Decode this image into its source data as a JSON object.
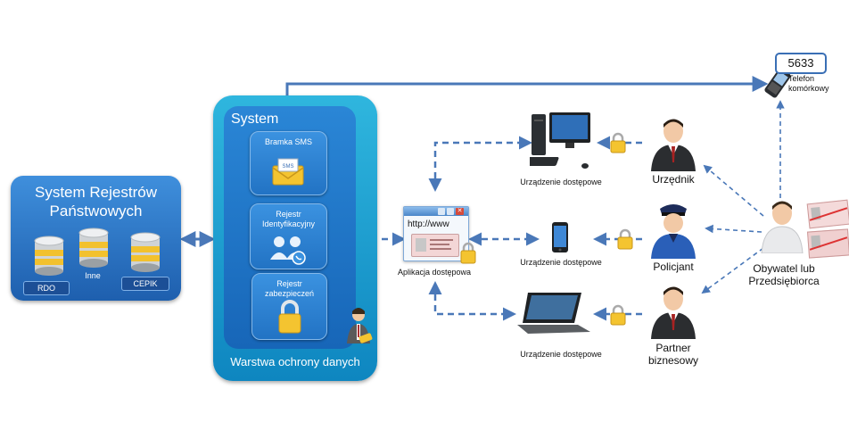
{
  "registries": {
    "title": "System Rejestrów Państwowych",
    "databases": [
      "RDO",
      "Inne",
      "CEPIK"
    ]
  },
  "system": {
    "title": "System",
    "footer": "Warstwa ochrony danych",
    "modules": [
      {
        "label": "Bramka SMS"
      },
      {
        "label": "Rejestr Identyfikacyjny"
      },
      {
        "label": "Rejestr zabezpieczeń"
      }
    ]
  },
  "app": {
    "url": "http://www",
    "label": "Aplikacja dostępowa"
  },
  "devices": [
    {
      "label": "Urządzenie dostępowe",
      "icon": "desktop-computer-icon"
    },
    {
      "label": "Urządzenie dostępowe",
      "icon": "smartphone-icon"
    },
    {
      "label": "Urządzenie dostępowe",
      "icon": "laptop-icon"
    }
  ],
  "people": [
    {
      "label": "Urzędnik"
    },
    {
      "label": "Policjant"
    },
    {
      "label": "Partner biznesowy"
    }
  ],
  "citizen": {
    "label": "Obywatel lub Przedsiębiorca"
  },
  "phone": {
    "code": "5633",
    "label": "Telefon komórkowy"
  },
  "colors": {
    "arrow": "#4a78b8",
    "panel": "#1e5fae",
    "system": "#0e86c0"
  }
}
